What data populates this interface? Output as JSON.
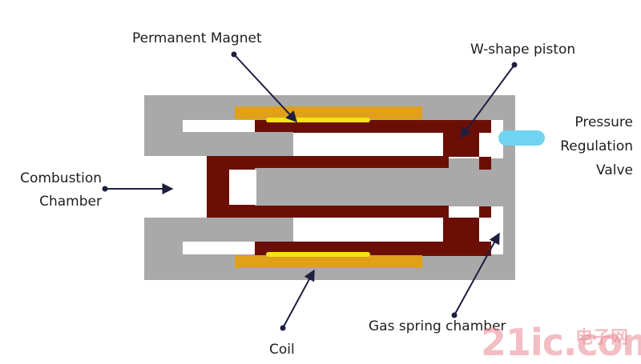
{
  "labels": {
    "permanent_magnet": "Permanent Magnet",
    "w_shape_piston": "W-shape piston",
    "pressure_line1": "Pressure",
    "pressure_line2": "Regulation",
    "pressure_line3": "Valve",
    "combustion_line1": "Combustion",
    "combustion_line2": "Chamber",
    "coil": "Coil",
    "gas_spring_chamber": "Gas spring chamber"
  },
  "colors": {
    "housing": "#a9a9a9",
    "piston": "#6b0f06",
    "coil": "#e0a01a",
    "magnet": "#f4e318",
    "valve": "#6fd4f0",
    "arrow": "#1e1e40"
  },
  "watermark": {
    "main": "21ic.com",
    "chinese": "电子网"
  }
}
